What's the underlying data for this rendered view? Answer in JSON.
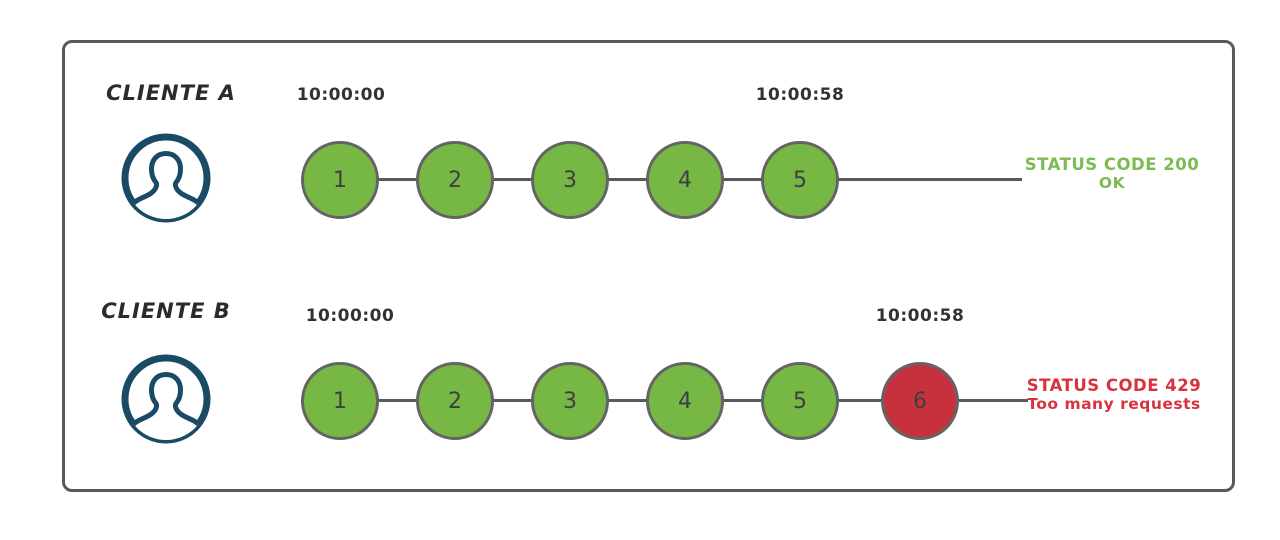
{
  "colors": {
    "green": "#76B843",
    "red": "#C7303D",
    "green_text": "#7CBB51",
    "red_text": "#D9323F",
    "frame_gray": "#595959",
    "line_gray": "#595959",
    "circle_border": "#646464",
    "avatar_navy": "#1B4A66"
  },
  "rows": [
    {
      "client_label": "CLIENTE A",
      "start_time": "10:00:00",
      "end_time": "10:00:58",
      "requests": [
        {
          "label": "1",
          "status": "ok"
        },
        {
          "label": "2",
          "status": "ok"
        },
        {
          "label": "3",
          "status": "ok"
        },
        {
          "label": "4",
          "status": "ok"
        },
        {
          "label": "5",
          "status": "ok"
        }
      ],
      "status_line1": "STATUS CODE 200",
      "status_line2": "OK",
      "status_kind": "ok-status"
    },
    {
      "client_label": "CLIENTE B",
      "start_time": "10:00:00",
      "end_time": "10:00:58",
      "requests": [
        {
          "label": "1",
          "status": "ok"
        },
        {
          "label": "2",
          "status": "ok"
        },
        {
          "label": "3",
          "status": "ok"
        },
        {
          "label": "4",
          "status": "ok"
        },
        {
          "label": "5",
          "status": "ok"
        },
        {
          "label": "6",
          "status": "blocked"
        }
      ],
      "status_line1": "STATUS CODE 429",
      "status_line2": "Too many requests",
      "status_kind": "err-status"
    }
  ]
}
